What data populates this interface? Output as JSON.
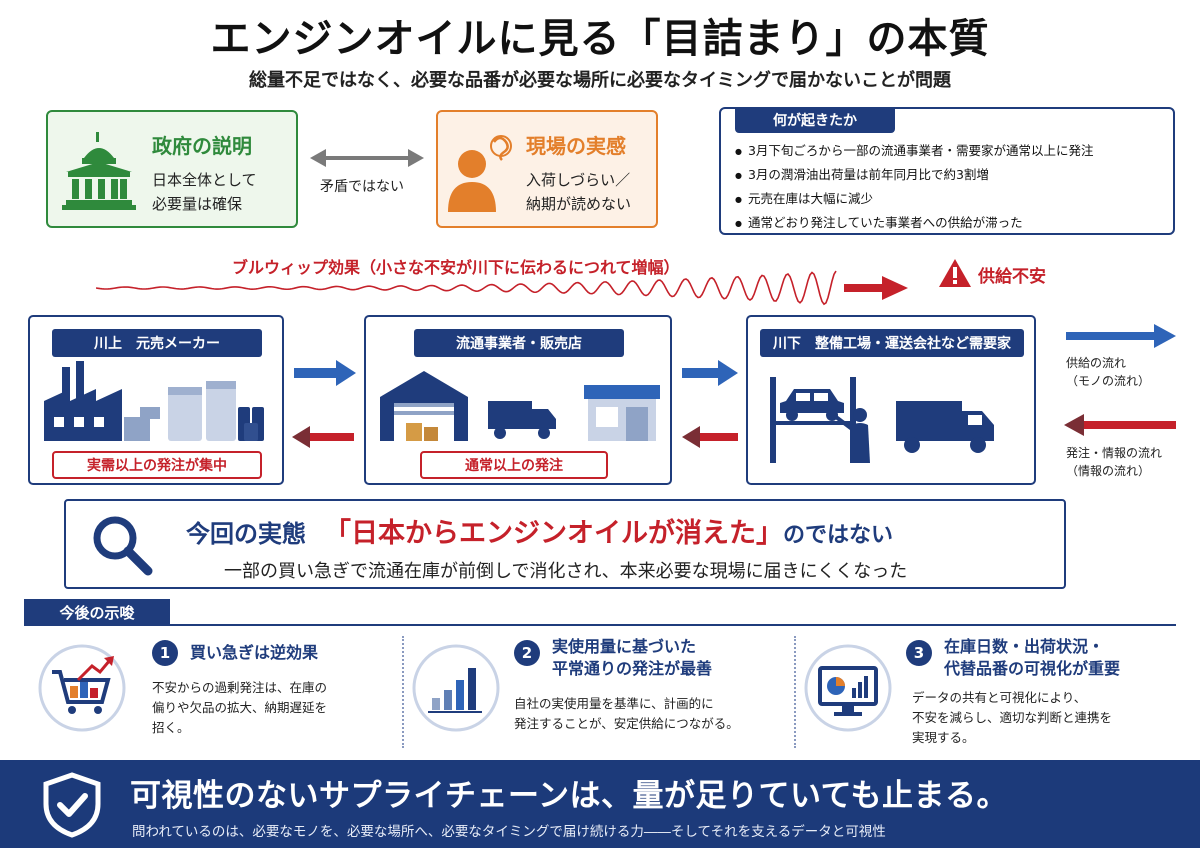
{
  "header": {
    "title": "エンジンオイルに見る「目詰まり」の本質",
    "subtitle": "総量不足ではなく、必要な品番が必要な場所に必要なタイミングで届かないことが問題"
  },
  "government": {
    "title": "政府の説明",
    "line1": "日本全体として",
    "line2": "必要量は確保"
  },
  "contradiction_label": "矛盾ではない",
  "field": {
    "title": "現場の実感",
    "line1": "入荷しづらい／",
    "line2": "納期が読めない"
  },
  "what_happened": {
    "tag": "何が起きたか",
    "items": [
      "3月下旬ごろから一部の流通事業者・需要家が通常以上に発注",
      "3月の潤滑油出荷量は前年同月比で約3割増",
      "元売在庫は大幅に減少",
      "通常どおり発注していた事業者への供給が滞った"
    ]
  },
  "bullwhip_label": "ブルウィップ効果（小さな不安が川下に伝わるにつれて増幅）",
  "supply_warning": "供給不安",
  "stages": {
    "upstream": {
      "tag": "川上　元売メーカー",
      "note": "実需以上の発注が集中"
    },
    "midstream": {
      "tag": "流通事業者・販売店",
      "note": "通常以上の発注"
    },
    "downstream": {
      "tag": "川下　整備工場・運送会社など需要家"
    }
  },
  "legend": {
    "supply_line1": "供給の流れ",
    "supply_line2": "（モノの流れ）",
    "order_line1": "発注・情報の流れ",
    "order_line2": "（情報の流れ）"
  },
  "reality": {
    "head1": "今回の実態",
    "head2": "「日本からエンジンオイルが消えた」",
    "head3": "のではない",
    "sub": "一部の買い急ぎで流通在庫が前倒しで消化され、本来必要な現場に届きにくくなった"
  },
  "future": {
    "tag": "今後の示唆",
    "items": [
      {
        "num": "1",
        "title1": "買い急ぎは逆効果",
        "title2": "",
        "text1": "不安からの過剰発注は、在庫の",
        "text2": "偏りや欠品の拡大、納期遅延を",
        "text3": "招く。"
      },
      {
        "num": "2",
        "title1": "実使用量に基づいた",
        "title2": "平常通りの発注が最善",
        "text1": "自社の実使用量を基準に、計画的に",
        "text2": "発注することが、安定供給につながる。",
        "text3": ""
      },
      {
        "num": "3",
        "title1": "在庫日数・出荷状況・",
        "title2": "代替品番の可視化が重要",
        "text1": "データの共有と可視化により、",
        "text2": "不安を減らし、適切な判断と連携を",
        "text3": "実現する。"
      }
    ]
  },
  "footer": {
    "title": "可視性のないサプライチェーンは、量が足りていても止まる。",
    "sub": "問われているのは、必要なモノを、必要な場所へ、必要なタイミングで届け続ける力――そしてそれを支えるデータと可視性"
  },
  "colors": {
    "navy": "#1f3c7c",
    "red": "#c5212a",
    "green": "#2f8a3c",
    "orange": "#e37f2b"
  }
}
